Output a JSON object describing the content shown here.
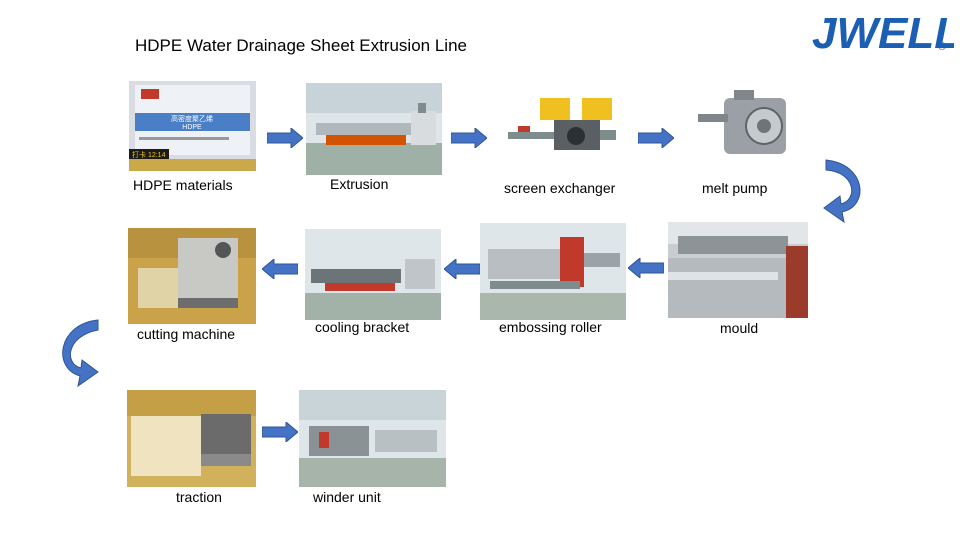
{
  "title": "HDPE Water Drainage Sheet Extrusion Line",
  "logo": {
    "text": "JWELL",
    "registered": "®",
    "color": "#1a5fb4"
  },
  "steps": {
    "hdpe": {
      "label": "HDPE materials",
      "bag_line1": "高密度聚乙烯",
      "bag_line2": "HDPE",
      "badge": "打卡 12:14"
    },
    "extrusion": {
      "label": "Extrusion"
    },
    "screen": {
      "label": "screen exchanger"
    },
    "pump": {
      "label": "melt pump"
    },
    "mould": {
      "label": "mould"
    },
    "emboss": {
      "label": "embossing roller"
    },
    "cooling": {
      "label": "cooling bracket"
    },
    "cutting": {
      "label": "cutting machine"
    },
    "traction": {
      "label": "traction"
    },
    "winder": {
      "label": "winder unit"
    }
  },
  "colors": {
    "arrow": "#4472c4",
    "arrow_stroke": "#2f5597"
  },
  "icons": {
    "straight_arrow": "arrow-icon",
    "curved_arrow": "curved-arrow-icon"
  }
}
